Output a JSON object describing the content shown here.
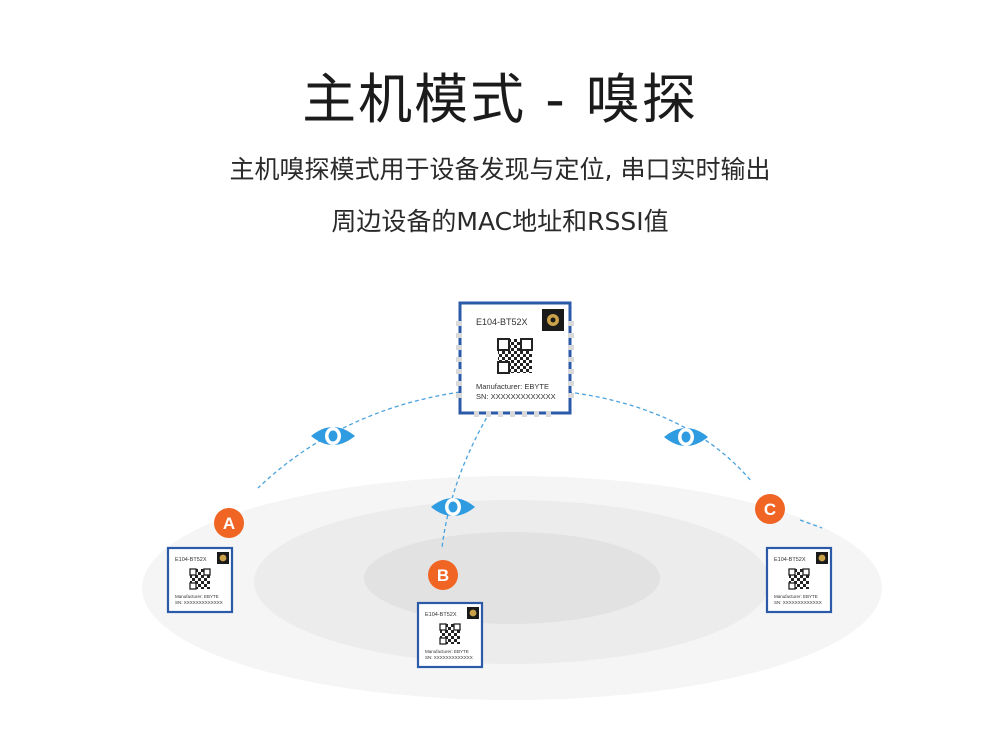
{
  "title": "主机模式 - 嗅探",
  "description_line1": "主机嗅探模式用于设备发现与定位, 串口实时输出",
  "description_line2": "周边设备的MAC地址和RSSI值",
  "host_module": {
    "model": "E104-BT52X",
    "manufacturer": "Manufacturer: EBYTE",
    "sn": "SN: XXXXXXXXXXXXX"
  },
  "devices": [
    {
      "id": "A",
      "model": "E104-BT52X",
      "manufacturer": "Manufacturer: EBYTE",
      "sn": "SN: XXXXXXXXXXXXX"
    },
    {
      "id": "B",
      "model": "E104-BT52X",
      "manufacturer": "Manufacturer: EBYTE",
      "sn": "SN: XXXXXXXXXXXXX"
    },
    {
      "id": "C",
      "model": "E104-BT52X",
      "manufacturer": "Manufacturer: EBYTE",
      "sn": "SN: XXXXXXXXXXXXX"
    }
  ],
  "colors": {
    "module_border": "#2a5aa8",
    "badge": "#f06524",
    "eye": "#2f9be0",
    "link": "#4aa3de"
  },
  "icons": [
    "eye-icon",
    "antenna-icon",
    "qr-code-icon"
  ]
}
